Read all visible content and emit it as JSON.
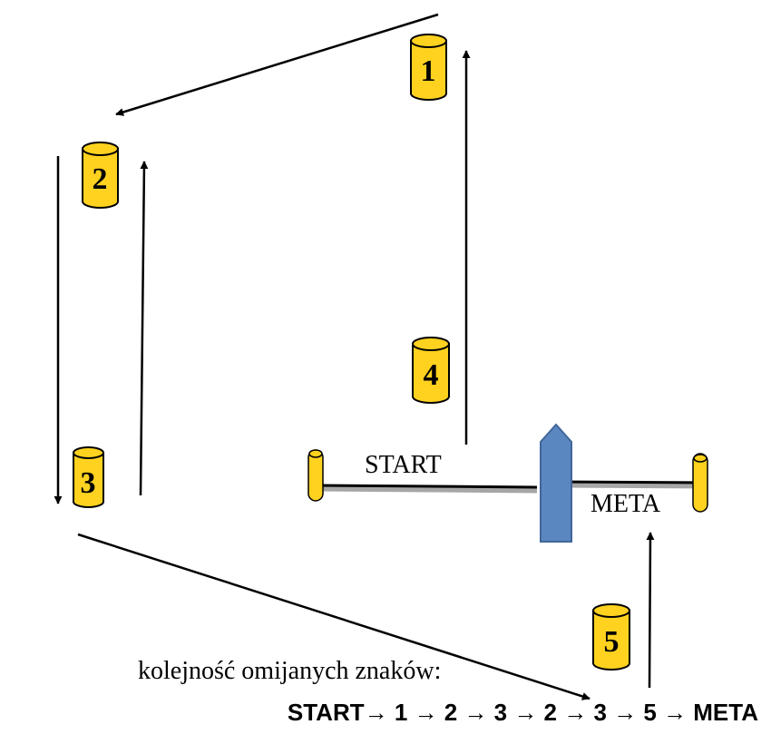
{
  "labels": {
    "start": "START",
    "meta": "META"
  },
  "cones": [
    {
      "number": "1"
    },
    {
      "number": "2"
    },
    {
      "number": "3"
    },
    {
      "number": "4"
    },
    {
      "number": "5"
    }
  ],
  "caption": "kolejność omijanych znaków:",
  "sequence": "START→ 1 → 2 → 3 → 2 → 3 → 5 → META",
  "colors": {
    "cone_fill": "#ffd21f",
    "cone_stroke": "#000000",
    "gate_post": "#5b87c0",
    "line_shadow": "#a6a6a6"
  }
}
